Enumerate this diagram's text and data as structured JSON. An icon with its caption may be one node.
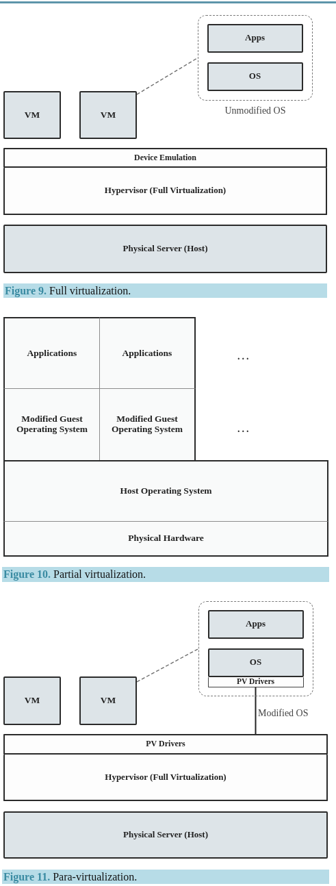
{
  "diagram": {
    "nodes": [
      {
        "text": [],
        "shape": "box",
        "beside": [
          "Unmodified OS"
        ]
      },
      {
        "text": [
          "Apps"
        ],
        "in": 0
      },
      {
        "text": [
          "OS"
        ],
        "in": 0
      },
      {
        "text": [
          "VM"
        ]
      },
      {
        "text": [
          "VM"
        ]
      },
      {
        "text": [
          "Device Emulation"
        ]
      },
      {
        "text": [
          "Hypervisor (Full Virtualization)"
        ]
      },
      {
        "text": [
          "Physical Server (Host)"
        ]
      },
      {
        "text": [
          "Applications"
        ]
      },
      {
        "text": [
          "Applications"
        ]
      },
      {
        "text": [
          "Modified Guest Operating System"
        ]
      },
      {
        "text": [
          "Modified Guest Operating System"
        ]
      },
      {
        "text": [
          "Host Operating System"
        ]
      },
      {
        "text": [
          "Physical Hardware"
        ]
      },
      {
        "text": [],
        "shape": "box",
        "beside": [
          "Modified OS"
        ]
      },
      {
        "text": [
          "Apps"
        ],
        "in": 14
      },
      {
        "text": [
          "OS"
        ],
        "in": 14
      },
      {
        "text": [
          "PV Drivers"
        ],
        "in": 14
      },
      {
        "text": [
          "VM"
        ]
      },
      {
        "text": [
          "VM"
        ]
      },
      {
        "text": [
          "PV Drivers"
        ]
      },
      {
        "text": [
          "Hypervisor (Full Virtualization)"
        ]
      },
      {
        "text": [
          "Physical Server (Host)"
        ]
      }
    ],
    "edges": [
      {
        "from": 4,
        "to": 0,
        "arrow": "none",
        "style": "dashed"
      },
      {
        "from": 19,
        "to": 14,
        "arrow": "none",
        "style": "dashed"
      },
      {
        "from": 17,
        "to": 20,
        "arrow": "none",
        "color": "#222222"
      }
    ],
    "labels": [
      "**Figure 9.** Full virtualization.",
      "...",
      "...",
      "**Figure 10.** Partial virtualization.",
      "**Figure 11.** Para-virtualization."
    ]
  }
}
